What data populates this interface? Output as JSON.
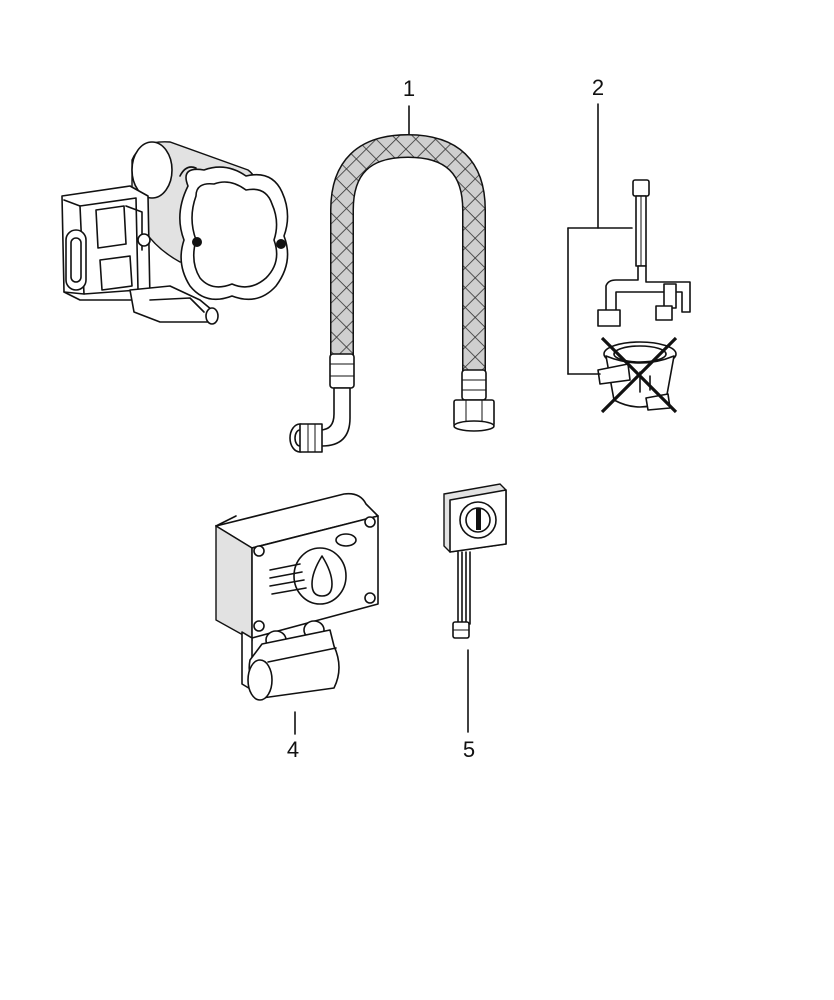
{
  "diagram": {
    "parts": [
      {
        "number": "1",
        "name": "braided-hose"
      },
      {
        "number": "2",
        "name": "valve-bracket"
      },
      {
        "number": "4",
        "name": "control-box"
      },
      {
        "number": "5",
        "name": "sensor-plate"
      }
    ],
    "crossed_out": "2"
  },
  "labels": {
    "p1": "1",
    "p2": "2",
    "p4": "4",
    "p5": "5"
  }
}
